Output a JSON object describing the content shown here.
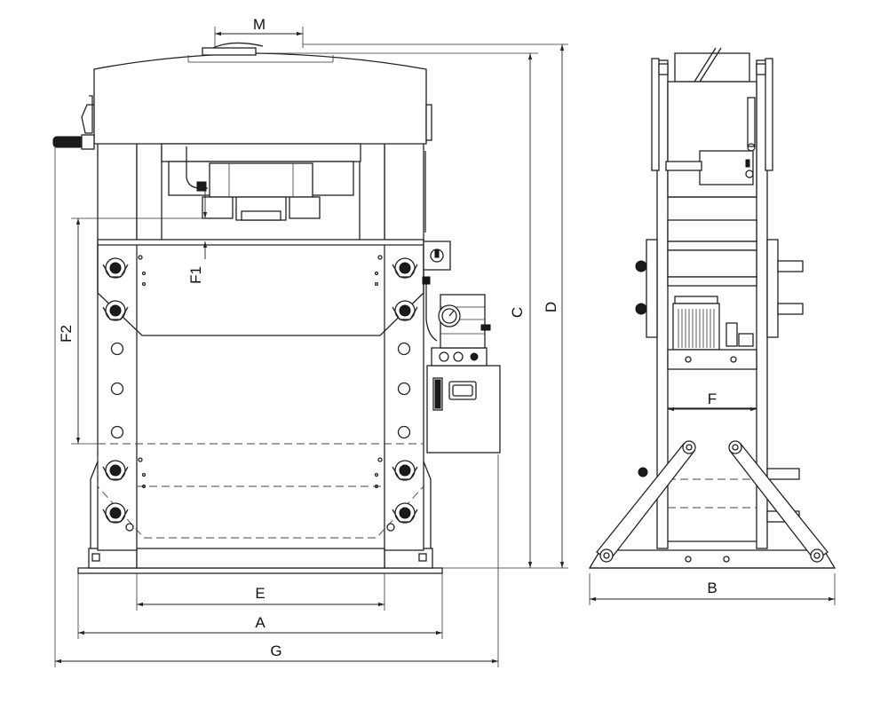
{
  "labels": {
    "M": "M",
    "C": "C",
    "D": "D",
    "F1": "F1",
    "F2": "F2",
    "E": "E",
    "A": "A",
    "G": "G",
    "B": "B",
    "F": "F"
  },
  "colors": {
    "line": "#222222",
    "fill_light": "#e9e9e9",
    "fill_dark": "#1a1a1a"
  }
}
